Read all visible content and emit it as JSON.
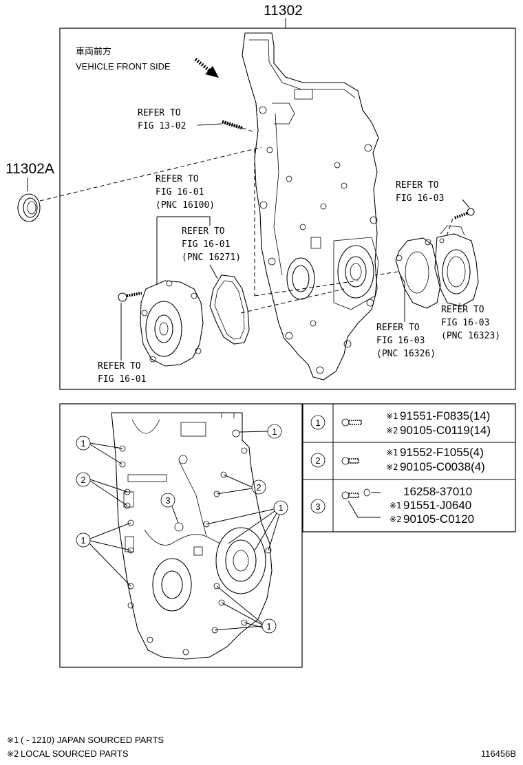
{
  "main_part_number": "11302",
  "seal_part_number": "11302A",
  "direction_label_jp": "車両前方",
  "direction_label_en": "VEHICLE FRONT SIDE",
  "refs": {
    "r1": {
      "line1": "REFER TO",
      "line2": "FIG 13-02"
    },
    "r2": {
      "line1": "REFER TO",
      "line2": "FIG 16-01",
      "line3": "(PNC 16100)"
    },
    "r3": {
      "line1": "REFER TO",
      "line2": "FIG 16-01",
      "line3": "(PNC 16271)"
    },
    "r4": {
      "line1": "REFER TO",
      "line2": "FIG 16-03"
    },
    "r5": {
      "line1": "REFER TO",
      "line2": "FIG 16-03",
      "line3": "(PNC 16323)"
    },
    "r6": {
      "line1": "REFER TO",
      "line2": "FIG 16-03",
      "line3": "(PNC 16326)"
    },
    "r7": {
      "line1": "REFER TO",
      "line2": "FIG 16-01"
    }
  },
  "callouts": {
    "c1": "1",
    "c2": "2",
    "c3": "3"
  },
  "bolt_table": [
    {
      "id": "1",
      "lines": [
        {
          "mark": "※1",
          "part": "91551-F0835(14)"
        },
        {
          "mark": "※2",
          "part": "90105-C0119(14)"
        }
      ]
    },
    {
      "id": "2",
      "lines": [
        {
          "mark": "※1",
          "part": "91552-F1055(4)"
        },
        {
          "mark": "※2",
          "part": "90105-C0038(4)"
        }
      ]
    },
    {
      "id": "3",
      "lines": [
        {
          "mark": "",
          "part": "16258-37010"
        },
        {
          "mark": "※1",
          "part": "91551-J0640"
        },
        {
          "mark": "※2",
          "part": "90105-C0120"
        }
      ]
    }
  ],
  "footnotes": {
    "note1_mark": "※1",
    "note1_text": "(     - 1210) JAPAN SOURCED PARTS",
    "note2_mark": "※2",
    "note2_text": "LOCAL SOURCED PARTS"
  },
  "figure_id": "116456B"
}
